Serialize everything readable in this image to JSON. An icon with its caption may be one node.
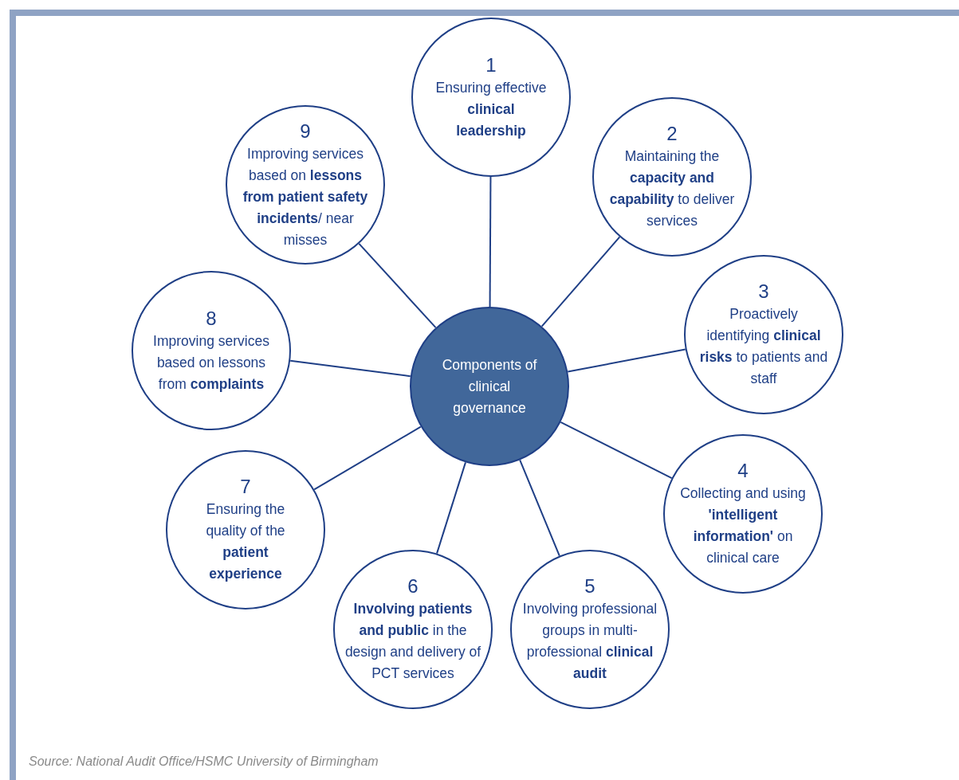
{
  "diagram": {
    "caption": "Source: National Audit Office/HSMC University of Birmingham",
    "nodes": [
      {
        "text": [
          "Components of clinical governance"
        ]
      },
      {
        "text": [
          "1",
          "Ensuring effective **clinical leadership**"
        ]
      },
      {
        "text": [
          "2",
          "Maintaining the **capacity and capability** to deliver services"
        ]
      },
      {
        "text": [
          "3",
          "Proactively identifying **clinical risks** to patients and staff"
        ]
      },
      {
        "text": [
          "4",
          "Collecting and using **'intelligent information'** on clinical care"
        ]
      },
      {
        "text": [
          "5",
          "Involving professional groups in multi-professional **clinical audit**"
        ]
      },
      {
        "text": [
          "6",
          "**Involving patients and public** in the design and delivery of PCT services"
        ]
      },
      {
        "text": [
          "7",
          "Ensuring the quality of the **patient experience**"
        ]
      },
      {
        "text": [
          "8",
          "Improving services based on lessons from **complaints**"
        ]
      },
      {
        "text": [
          "9",
          "Improving services based on **lessons from patient safety incidents**/ near misses"
        ]
      }
    ],
    "edges": [
      {
        "from": 0,
        "to": 1,
        "arrow": "none"
      },
      {
        "from": 0,
        "to": 2,
        "arrow": "none"
      },
      {
        "from": 0,
        "to": 3,
        "arrow": "none"
      },
      {
        "from": 0,
        "to": 4,
        "arrow": "none"
      },
      {
        "from": 0,
        "to": 5,
        "arrow": "none"
      },
      {
        "from": 0,
        "to": 6,
        "arrow": "none"
      },
      {
        "from": 0,
        "to": 7,
        "arrow": "none"
      },
      {
        "from": 0,
        "to": 8,
        "arrow": "none"
      },
      {
        "from": 0,
        "to": 9,
        "arrow": "none"
      }
    ]
  }
}
